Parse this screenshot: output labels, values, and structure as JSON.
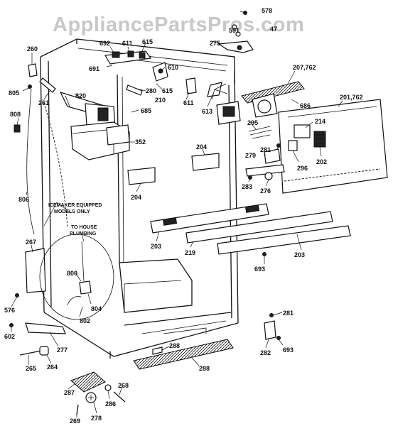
{
  "watermark": "AppliancePartsPros.com",
  "notes": {
    "icemaker_line1": "ICEMAKER EQUIPPED",
    "icemaker_line2": "MODELS ONLY",
    "plumbing_line1": "TO HOUSE",
    "plumbing_line2": "PLUMBING"
  },
  "callouts": [
    "578",
    "591",
    "47",
    "275",
    "692",
    "611",
    "615",
    "260",
    "691",
    "610",
    "207,762",
    "805",
    "820",
    "280",
    "615",
    "210",
    "611",
    "613",
    "686",
    "201,762",
    "261",
    "685",
    "808",
    "214",
    "295",
    "281",
    "352",
    "279",
    "202",
    "296",
    "204",
    "283",
    "276",
    "204",
    "806",
    "203",
    "219",
    "203",
    "693",
    "267",
    "800",
    "804",
    "802",
    "576",
    "602",
    "281",
    "277",
    "288",
    "282",
    "693",
    "265",
    "264",
    "288",
    "287",
    "268",
    "286",
    "269",
    "278"
  ]
}
